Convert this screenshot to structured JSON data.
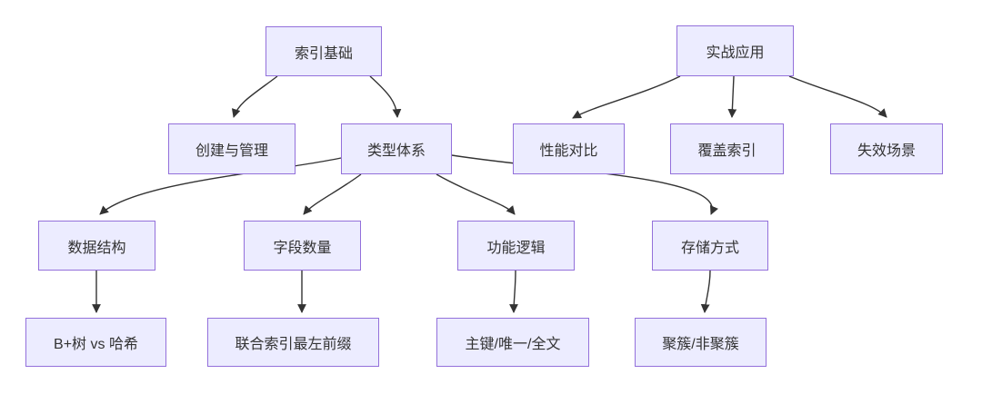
{
  "diagram": {
    "type": "flowchart",
    "direction": "top-down",
    "colors": {
      "node_fill": "#ECECFF",
      "node_border": "#9370DB",
      "edge_line": "#333333",
      "text": "#333333",
      "background": "#ffffff"
    },
    "nodes": [
      {
        "id": "index-basics",
        "label": "索引基础"
      },
      {
        "id": "practical-application",
        "label": "实战应用"
      },
      {
        "id": "create-and-manage",
        "label": "创建与管理"
      },
      {
        "id": "type-system",
        "label": "类型体系"
      },
      {
        "id": "performance-comparison",
        "label": "性能对比"
      },
      {
        "id": "covering-index",
        "label": "覆盖索引"
      },
      {
        "id": "failure-scenarios",
        "label": "失效场景"
      },
      {
        "id": "data-structure",
        "label": "数据结构"
      },
      {
        "id": "field-count",
        "label": "字段数量"
      },
      {
        "id": "function-logic",
        "label": "功能逻辑"
      },
      {
        "id": "storage-method",
        "label": "存储方式"
      },
      {
        "id": "btree-vs-hash",
        "label": "B+树 vs 哈希"
      },
      {
        "id": "composite-leftmost-prefix",
        "label": "联合索引最左前缀"
      },
      {
        "id": "primary-unique-fulltext",
        "label": "主键/唯一/全文"
      },
      {
        "id": "clustered-nonclustered",
        "label": "聚簇/非聚簇"
      }
    ],
    "edges": [
      {
        "from": "索引基础",
        "to": "创建与管理"
      },
      {
        "from": "索引基础",
        "to": "类型体系"
      },
      {
        "from": "实战应用",
        "to": "性能对比"
      },
      {
        "from": "实战应用",
        "to": "覆盖索引"
      },
      {
        "from": "实战应用",
        "to": "失效场景"
      },
      {
        "from": "类型体系",
        "to": "数据结构"
      },
      {
        "from": "类型体系",
        "to": "字段数量"
      },
      {
        "from": "类型体系",
        "to": "功能逻辑"
      },
      {
        "from": "类型体系",
        "to": "存储方式"
      },
      {
        "from": "数据结构",
        "to": "B+树 vs 哈希"
      },
      {
        "from": "字段数量",
        "to": "联合索引最左前缀"
      },
      {
        "from": "功能逻辑",
        "to": "主键/唯一/全文"
      },
      {
        "from": "存储方式",
        "to": "聚簇/非聚簇"
      }
    ]
  }
}
